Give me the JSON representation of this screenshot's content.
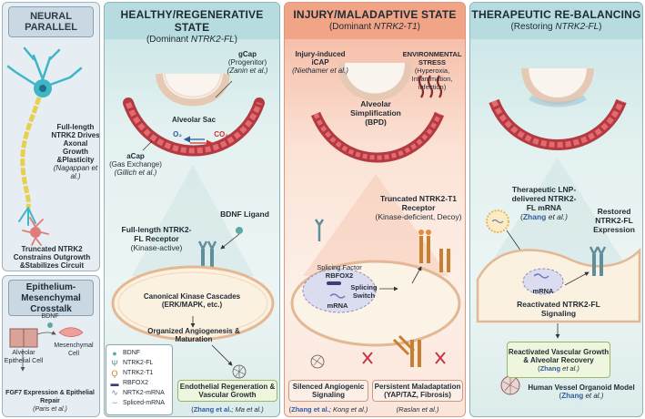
{
  "neural": {
    "title": "NEURAL PARALLEL",
    "full_length": "Full-length NTRK2 Drives Axonal Growth &Plasticity",
    "full_length_cite": "(Nagappan et al.)",
    "truncated": "Truncated NTRK2 Constrains Outgrowth &Stabilizes Circuit"
  },
  "emc": {
    "title_line1": "Epithelium-",
    "title_line2": "Mesenchymal",
    "title_line3": "Crosstalk",
    "bdnf": "BDNF",
    "alveolar_cell": "Alveolar Epithelial Cell",
    "mesenchymal_cell": "Mesenchymal Cell",
    "fgf7": "FGF7 Expression & Epithelial Repair",
    "fgf7_cite": "(Paris et al.)"
  },
  "healthy": {
    "title": "HEALTHY/REGENERATIVE STATE",
    "subtitle_prefix": "(Dominant ",
    "subtitle_gene": "NTRK2-FL",
    "subtitle_suffix": ")",
    "gcap": "gCap",
    "gcap_sub": "(Progenitor)",
    "gcap_cite": "(Zanin et al.)",
    "alveolar_sac": "Alveolar Sac",
    "o2": "O₂",
    "co2": "CO₂",
    "acap": "aCap",
    "acap_sub": "(Gas Exchange)",
    "acap_cite": "(Gillich et al.)",
    "bdnf_ligand": "BDNF Ligand",
    "receptor": "Full-length NTRK2-FL Receptor",
    "receptor_sub": "(Kinase-active)",
    "cascade": "Canonical Kinase Cascades (ERK/MAPK, etc.)",
    "angiogenesis": "Organized Angiogenesis & Maturation",
    "outcome": "Endothelial Regeneration & Vascular Growth",
    "cite_bold": "Zhang et al.",
    "cite_rest": "; Ma et al.)"
  },
  "legend": {
    "items": [
      {
        "icon": "bdnf-icon",
        "glyph": "●",
        "color": "#5fa8a8",
        "label": "BDNF"
      },
      {
        "icon": "ntrk2-fl-icon",
        "glyph": "Ψ",
        "color": "#5f8f9a",
        "label": "NTRK2-FL"
      },
      {
        "icon": "ntrk2-t1-icon",
        "glyph": "Ϙ",
        "color": "#c7802f",
        "label": "NTRK2-T1"
      },
      {
        "icon": "rbfox2-icon",
        "glyph": "▬",
        "color": "#3a3f7a",
        "label": "RBFOX2"
      },
      {
        "icon": "ntrk2-mrna-icon",
        "glyph": "∿",
        "color": "#6d79b8",
        "label": "NRTK2-mRNA"
      },
      {
        "icon": "spliced-mrna-icon",
        "glyph": "∼",
        "color": "#8ba4b8",
        "label": "Spliced-mRNA"
      }
    ]
  },
  "injury": {
    "title": "INJURY/MALADAPTIVE STATE",
    "subtitle_prefix": "(Dominant ",
    "subtitle_gene": "NTRK2-T1",
    "subtitle_suffix": ")",
    "icap": "Injury-induced iCAP",
    "icap_cite": "(Niethamer et al.)",
    "stress": "ENVIRONMENTAL STRESS",
    "stress_sub": "(Hyperoxia, Inflammation, infection)",
    "simplification": "Alveolar Simplification",
    "bpd": "(BPD)",
    "truncated": "Truncated NTRK2-T1 Receptor",
    "truncated_sub": "(Kinase-deficient, Decoy)",
    "splicing_factor": "Splicing Factor",
    "rbfox2": "RBFOX2",
    "splicing_switch": "Splicing Switch",
    "mrna": "mRNA",
    "silenced": "Silenced Angiogenic Signaling",
    "persistent": "Persistent Maladaptation (YAP/TAZ, Fibrosis)",
    "cite_left_bold": "Zhang et al.",
    "cite_left_rest": "; Kong et al.)",
    "cite_right": "(Raslan et al.)"
  },
  "therapeutic": {
    "title": "THERAPEUTIC RE-BALANCING",
    "subtitle_prefix": "(Restoring ",
    "subtitle_gene": "NTRK2-FL",
    "subtitle_suffix": ")",
    "lnp": "Therapeutic LNP-delivered NTRK2-FL mRNA",
    "lnp_cite_bold": "Zhang",
    "lnp_cite_rest": " et al.)",
    "restored": "Restored NTRK2-FL Expression",
    "mrna": "mRNA",
    "reactivated": "Reactivated NTRK2-FL Signaling",
    "recovery": "Reactivated Vascular Growth & Alveolar Recovery",
    "recovery_cite_bold": "Zhang",
    "recovery_cite_rest": " et al.)",
    "organoid": "Human Vessel Organoid Model",
    "organoid_cite_bold": "Zhang",
    "organoid_cite_rest": " et al.)"
  }
}
